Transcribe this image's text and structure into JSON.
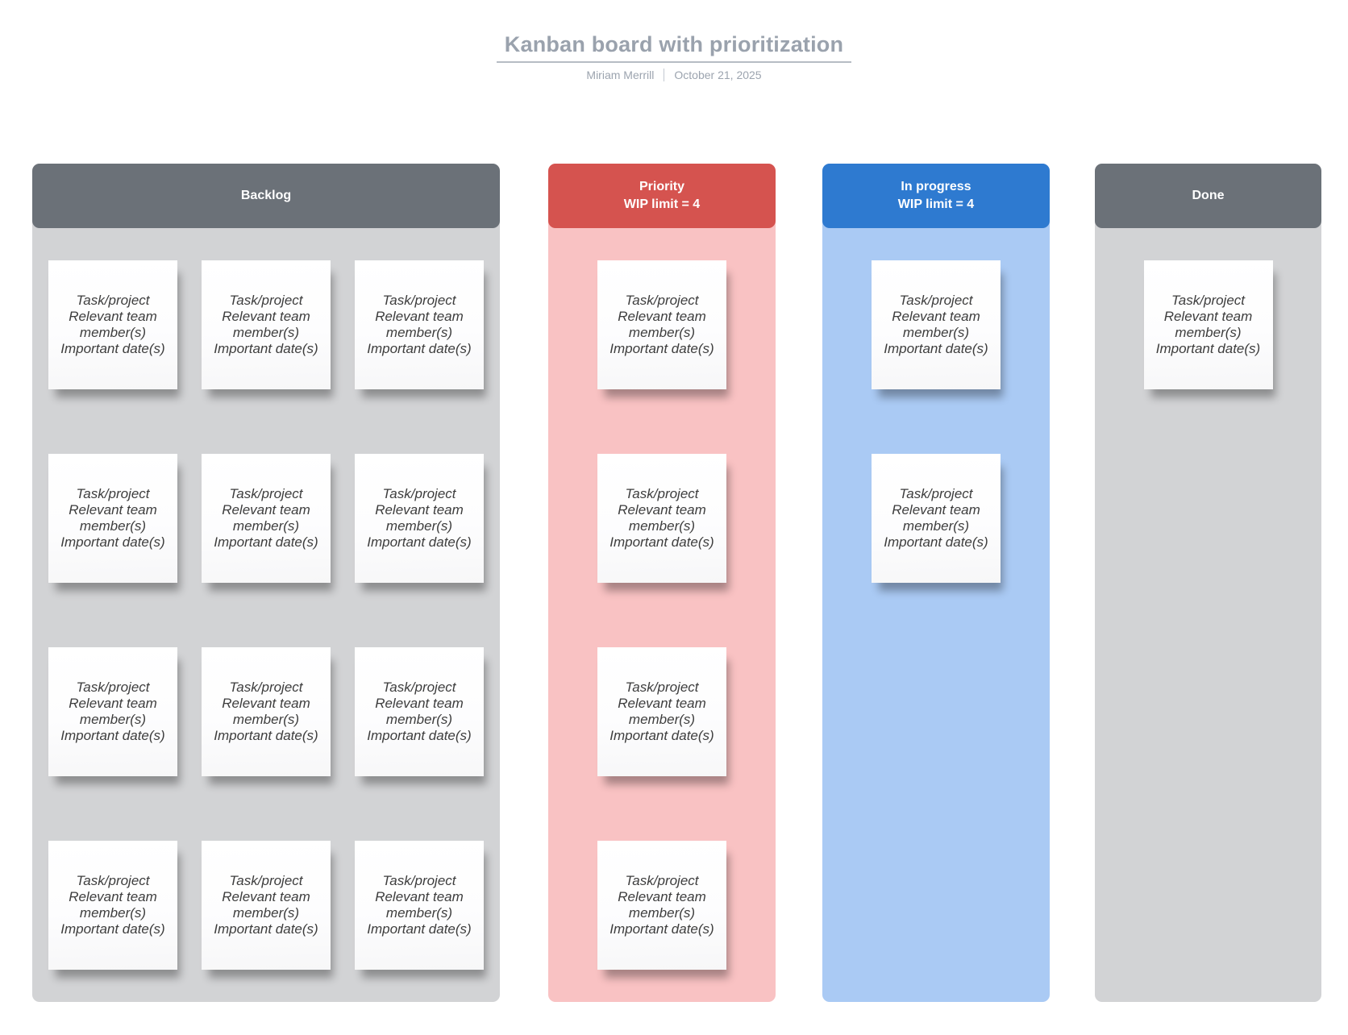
{
  "meta": {
    "title": "Kanban board with prioritization",
    "author": "Miriam Merrill",
    "date": "October 21, 2025"
  },
  "card": {
    "lines": [
      "Task/project",
      "Relevant team member(s)",
      "Important date(s)"
    ]
  },
  "colors": {
    "title_text": "#9aa2ad",
    "title_underline": "#b6bcc4",
    "neutral_header": "#6b7178",
    "neutral_body": "#d2d3d5",
    "priority_header": "#d5534f",
    "priority_body": "#f9c2c3",
    "in_progress_header": "#2e7ad0",
    "in_progress_body": "#aacaf4",
    "header_text": "#ffffff",
    "card_text": "#3d3d3d"
  },
  "columns": [
    {
      "title": "Backlog",
      "subtitle": "",
      "header_color": "#6b7178",
      "body_color": "#d2d3d5",
      "card_count": 12
    },
    {
      "title": "Priority",
      "subtitle": "WIP limit = 4",
      "header_color": "#d5534f",
      "body_color": "#f9c2c3",
      "card_count": 4
    },
    {
      "title": "In progress",
      "subtitle": "WIP limit = 4",
      "header_color": "#2e7ad0",
      "body_color": "#aacaf4",
      "card_count": 2
    },
    {
      "title": "Done",
      "subtitle": "",
      "header_color": "#6b7178",
      "body_color": "#d2d3d5",
      "card_count": 1
    }
  ]
}
